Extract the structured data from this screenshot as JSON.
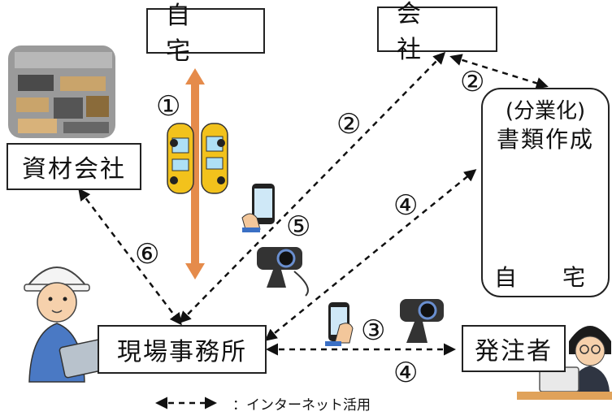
{
  "nodes": {
    "home_top": "自　宅",
    "company": "会　社",
    "material_company": "資材会社",
    "site_office": "現場事務所",
    "client": "発注者",
    "division_title": "(分業化)",
    "division_subtitle": "書類作成",
    "home_right": "自　宅"
  },
  "markers": {
    "m1": "①",
    "m2a": "②",
    "m2b": "②",
    "m3": "③",
    "m4a": "④",
    "m4b": "④",
    "m5": "⑤",
    "m6": "⑥"
  },
  "legend": {
    "label": "：インターネット活用"
  },
  "colors": {
    "commute_arrow": "#e58b4b",
    "dashed_arrow": "#111111",
    "car": "#f2c21c",
    "worker_uniform": "#4a79c4"
  },
  "icons": [
    "building-materials-icon",
    "car-icon",
    "smartphone-icon",
    "webcam-icon",
    "construction-worker-icon",
    "office-worker-icon",
    "client-person-icon",
    "computer-monitor-icon"
  ]
}
